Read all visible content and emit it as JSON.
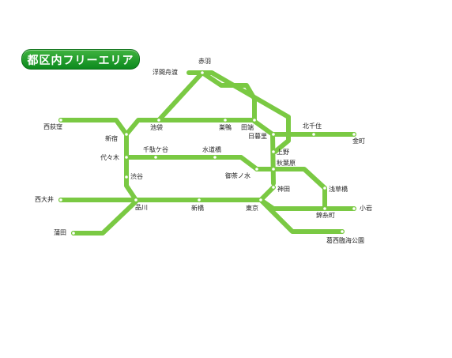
{
  "title": "都区内フリーエリア",
  "colors": {
    "line": "#7ac943",
    "badge": "#189a2a",
    "text": "#222222"
  },
  "stations": {
    "akabane": "赤羽",
    "ukimafunado": "浮間舟渡",
    "nishiogikubo": "西荻窪",
    "shinjuku": "新宿",
    "ikebukuro": "池袋",
    "komagome": "巣鴨",
    "tabata": "田端",
    "nippori": "日暮里",
    "kitasenju": "北千住",
    "kanamachi": "金町",
    "yoyogi": "代々木",
    "sendagaya": "千駄ケ谷",
    "suidobashi": "水道橋",
    "ochanomizu": "御茶ノ水",
    "ueno": "上野",
    "akihabara": "秋葉原",
    "kanda": "神田",
    "asakusabashi": "浅草橋",
    "shibuya": "渋谷",
    "nishioi": "西大井",
    "shinagawa": "品川",
    "shimbashi": "新橋",
    "tokyo": "東京",
    "kinshicho": "錦糸町",
    "koiwa": "小岩",
    "kamata": "蒲田",
    "kasairinkai": "葛西臨海公園"
  }
}
